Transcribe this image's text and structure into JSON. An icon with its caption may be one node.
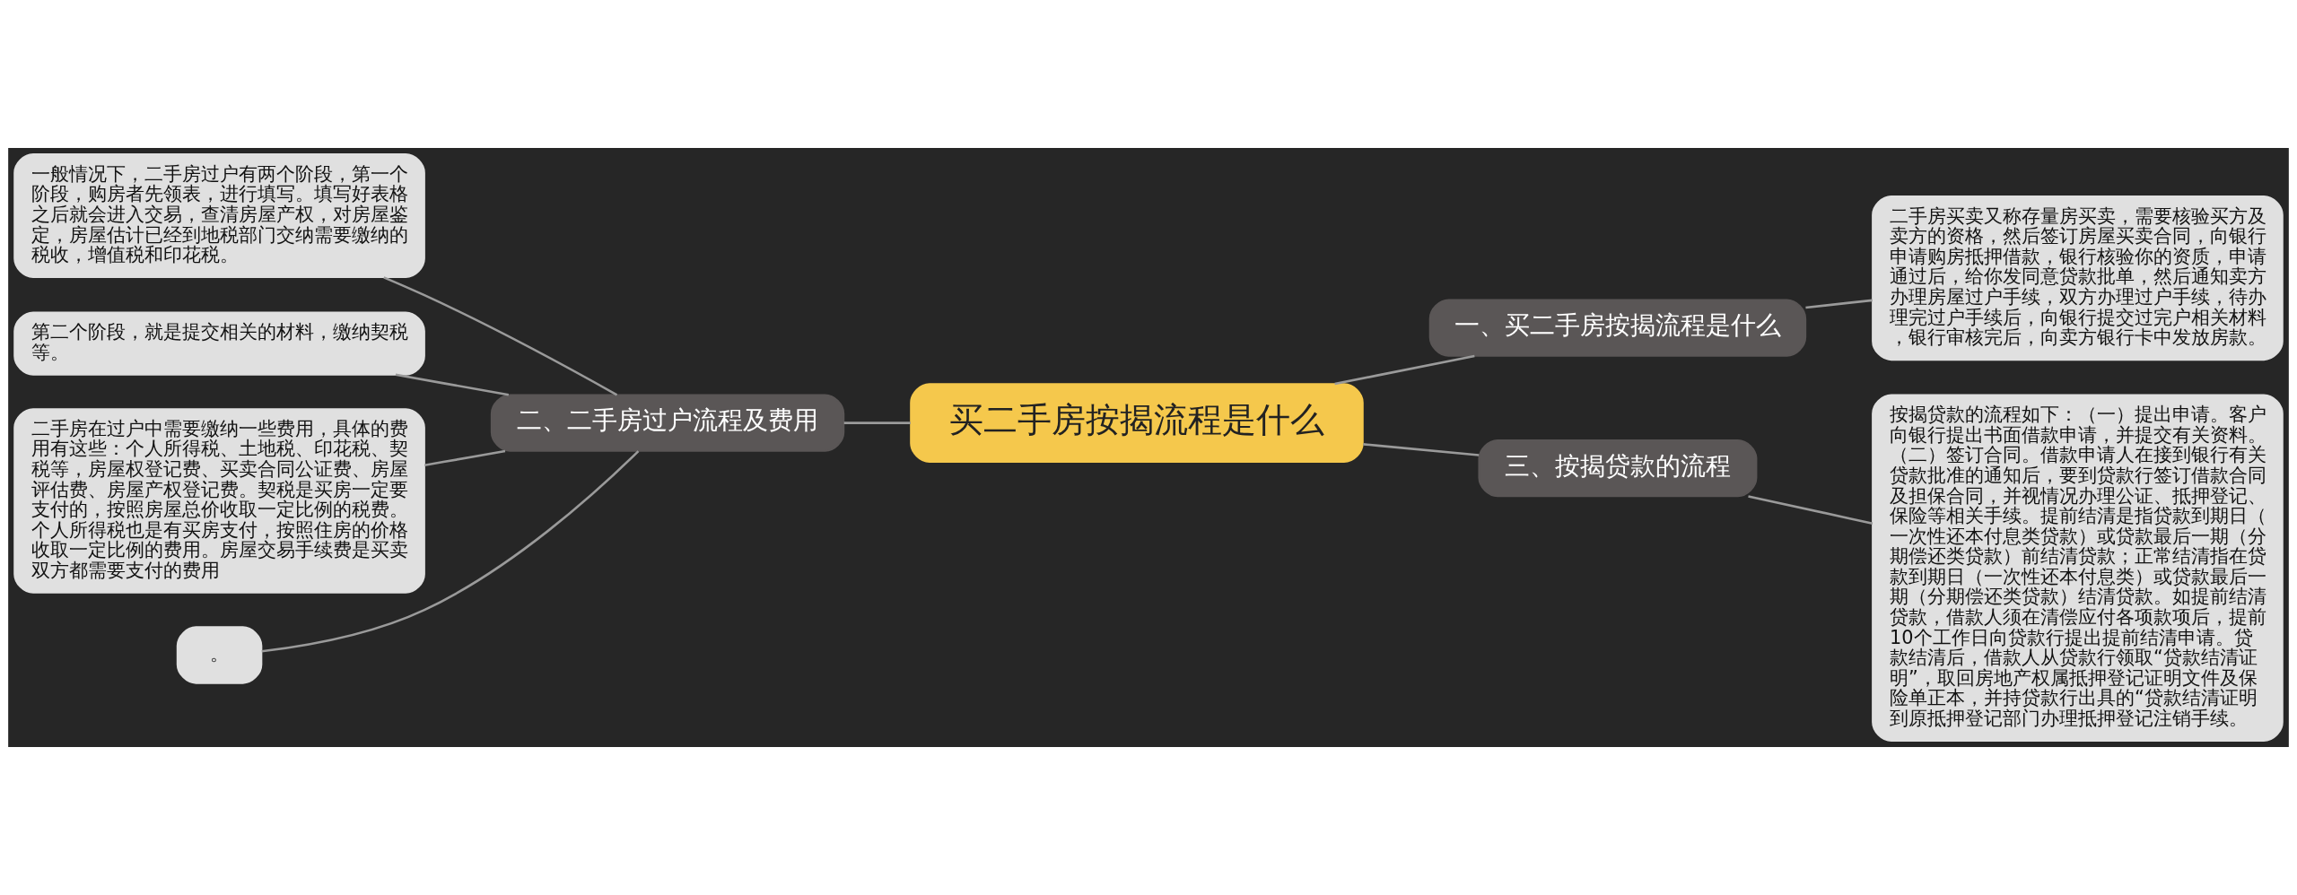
{
  "diagram": {
    "nodes": [
      {
        "text": [
          "买二手房按揭流程是什么"
        ]
      },
      {
        "text": [
          "一、买二手房按揭流程是什么"
        ]
      },
      {
        "text": [
          "二手房买卖又称存量房买卖，需要核验买方及卖方的资格，然后签订房屋买卖合同，向银行申请购房抵押借款，银行核验你的资质，申请通过后，给你发同意贷款批单，然后通知卖方办理房屋过户手续，双方办理过户手续，待办理完过户手续后，向银行提交过完户相关材料，银行审核完后，向卖方银行卡中发放房款。"
        ]
      },
      {
        "text": [
          "二、二手房过户流程及费用"
        ]
      },
      {
        "text": [
          "一般情况下，二手房过户有两个阶段，第一个阶段，购房者先领表，进行填写。填写好表格之后就会进入交易，查清房屋产权，对房屋鉴定，房屋估计已经到地税部门交纳需要缴纳的税收，增值税和印花税。"
        ]
      },
      {
        "text": [
          "第二个阶段，就是提交相关的材料，缴纳契税等。"
        ]
      },
      {
        "text": [
          "二手房在过户中需要缴纳一些费用，具体的费用有这些：个人所得税、土地税、印花税、契税等，房屋权登记费、买卖合同公证费、房屋评估费、房屋产权登记费。契税是买房一定要支付的，按照房屋总价收取一定比例的税费。个人所得税也是有买房支付，按照住房的价格收取一定比例的费用。房屋交易手续费是买卖双方都需要支付的费用"
        ]
      },
      {
        "text": [
          "。"
        ]
      },
      {
        "text": [
          "三、按揭贷款的流程"
        ]
      },
      {
        "text": [
          "按揭贷款的流程如下：（一）提出申请。客户向银行提出书面借款申请，并提交有关资料。（二）签订合同。借款申请人在接到银行有关贷款批准的通知后，要到贷款行签订借款合同及担保合同，并视情况办理公证、抵押登记、保险等相关手续。提前结清是指贷款到期日（一次性还本付息类贷款）或贷款最后一期（分期偿还类贷款）前结清贷款；正常结清指在贷款到期日（一次性还本付息类）或贷款最后一期（分期偿还类贷款）结清贷款。如提前结清贷款，借款人须在清偿应付各项款项后，提前10个工作日向贷款行提出提前结清申请。贷款结清后，借款人从贷款行领取“贷款结清证明”，取回房地产权属抵押登记证明文件及保险单正本，并持贷款行出具的“贷款结清证明到原抵押登记部门办理抵押登记注销手续。"
        ]
      }
    ],
    "edges": [
      {
        "from": 0,
        "to": 1,
        "arrow": "none"
      },
      {
        "from": 1,
        "to": 2,
        "arrow": "none"
      },
      {
        "from": 3,
        "to": 0,
        "arrow": "none"
      },
      {
        "from": 4,
        "to": 3,
        "arrow": "none"
      },
      {
        "from": 5,
        "to": 3,
        "arrow": "none"
      },
      {
        "from": 6,
        "to": 3,
        "arrow": "none"
      },
      {
        "from": 7,
        "to": 3,
        "arrow": "none"
      },
      {
        "from": 0,
        "to": 8,
        "arrow": "none"
      },
      {
        "from": 8,
        "to": 9,
        "arrow": "none"
      }
    ]
  }
}
